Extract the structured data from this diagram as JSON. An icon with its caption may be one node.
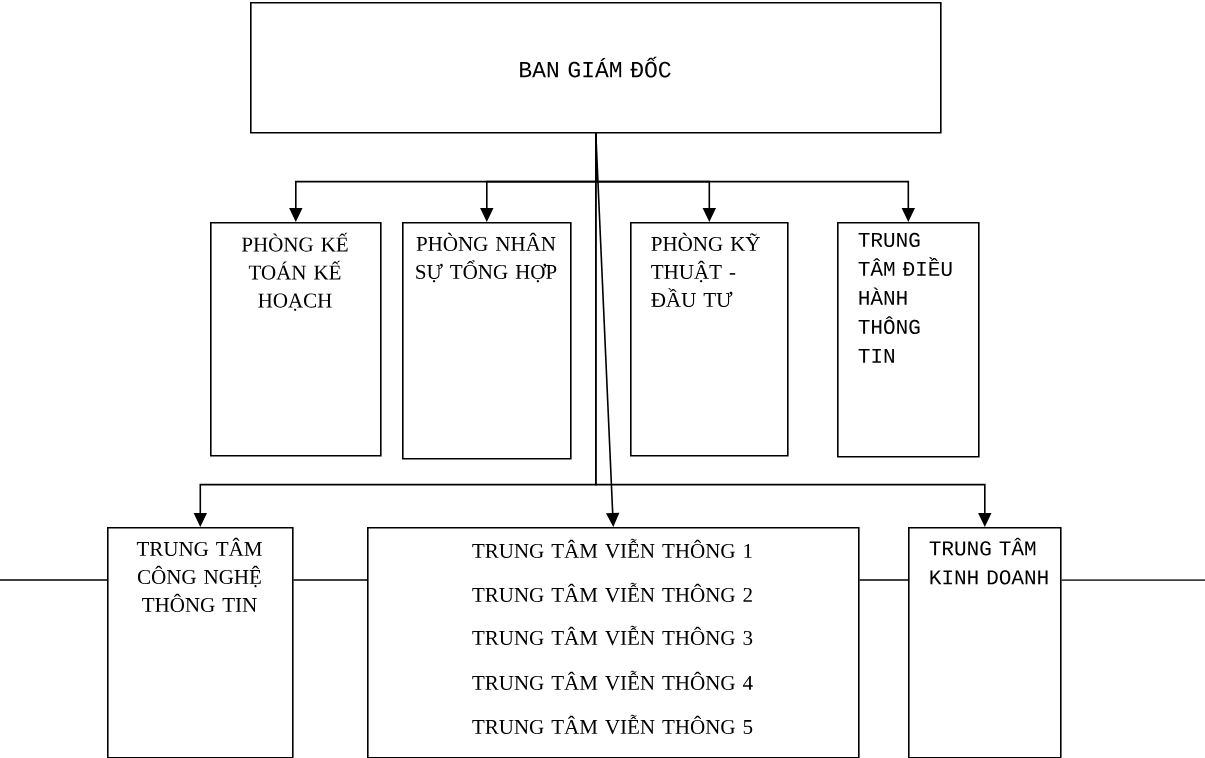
{
  "diagram": {
    "nodes": [
      {
        "text": [
          "BAN GIÁM ĐỐC"
        ]
      },
      {
        "text": [
          "PHÒNG KẾ TOÁN KẾ HOẠCH"
        ]
      },
      {
        "text": [
          "PHÒNG NHÂN SỰ TỔNG HỢP"
        ]
      },
      {
        "text": [
          "PHÒNG KỸ THUẬT - ĐẦU TƯ"
        ]
      },
      {
        "text": [
          "TRUNG TÂM ĐIỀU HÀNH THÔNG TIN"
        ]
      },
      {
        "text": [
          "TRUNG TÂM CÔNG NGHỆ THÔNG TIN"
        ]
      },
      {
        "text": [
          "TRUNG TÂM VIỄN THÔNG 1",
          "TRUNG TÂM VIỄN THÔNG 2",
          "TRUNG TÂM VIỄN THÔNG 3",
          "TRUNG TÂM VIỄN THÔNG 4",
          "TRUNG TÂM VIỄN THÔNG 5"
        ]
      },
      {
        "text": [
          "TRUNG TÂM KINH DOANH"
        ]
      }
    ],
    "edges": [
      {
        "from": 0,
        "to": 1,
        "arrow": "to"
      },
      {
        "from": 0,
        "to": 2,
        "arrow": "to"
      },
      {
        "from": 0,
        "to": 3,
        "arrow": "to"
      },
      {
        "from": 0,
        "to": 4,
        "arrow": "to"
      },
      {
        "from": 0,
        "to": 5,
        "arrow": "to"
      },
      {
        "from": 0,
        "to": 6,
        "arrow": "to"
      },
      {
        "from": 0,
        "to": 7,
        "arrow": "to"
      },
      {
        "from": null,
        "to": 5,
        "arrow": "none"
      },
      {
        "from": 5,
        "to": 6,
        "arrow": "none"
      },
      {
        "from": 6,
        "to": 7,
        "arrow": "none"
      },
      {
        "from": 7,
        "to": null,
        "arrow": "none"
      }
    ]
  }
}
